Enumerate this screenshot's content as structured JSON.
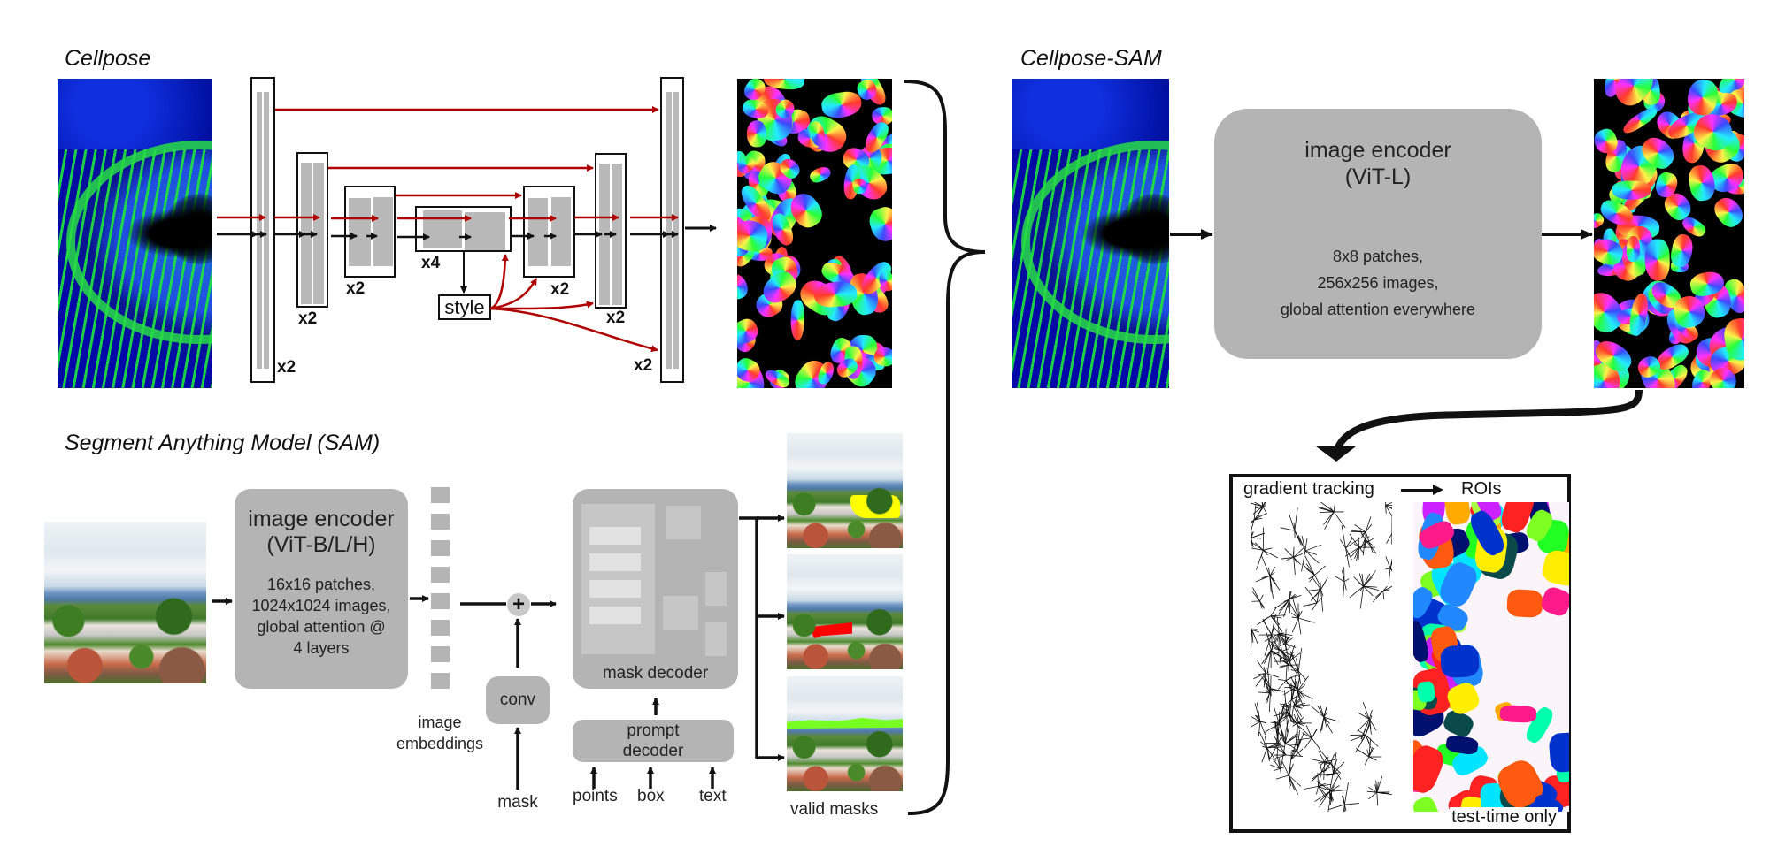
{
  "cellpose": {
    "title": "Cellpose",
    "repeat_labels": {
      "enc1": "x2",
      "enc2": "x2",
      "enc3": "x2",
      "bottleneck": "x4",
      "dec3": "x2",
      "dec2": "x2",
      "dec1": "x2"
    },
    "style_label": "style",
    "input_image": "fluorescence microscopy image (nuclei blue, membranes green)",
    "output_image": "flow field output (hue-coded gradients)"
  },
  "cellpose_sam": {
    "title": "Cellpose-SAM",
    "encoder": {
      "title_line1": "image encoder",
      "title_line2": "(ViT-L)",
      "detail_line1": "8x8 patches,",
      "detail_line2": "256x256 images,",
      "detail_line3": "global attention everywhere"
    },
    "postprocess": {
      "gradient_label": "gradient tracking",
      "roi_label": "ROIs",
      "footnote": "test-time only"
    }
  },
  "sam": {
    "title": "Segment Anything Model (SAM)",
    "encoder": {
      "title_line1": "image encoder",
      "title_line2": "(ViT-B/L/H)",
      "detail_line1": "16x16 patches,",
      "detail_line2": "1024x1024 images,",
      "detail_line3": "global attention @",
      "detail_line4": "4 layers"
    },
    "embeddings_label_line1": "image",
    "embeddings_label_line2": "embeddings",
    "plus_symbol": "+",
    "conv_label": "conv",
    "mask_input_label": "mask",
    "mask_decoder_label": "mask decoder",
    "prompt_decoder_line1": "prompt",
    "prompt_decoder_line2": "decoder",
    "prompt_inputs": [
      "points",
      "box",
      "text"
    ],
    "valid_masks_label": "valid masks",
    "mask_colors": [
      "#ffff00",
      "#ff0000",
      "#77ff22"
    ]
  },
  "colors": {
    "skip_arrow": "#b00000",
    "block_gray": "#b4b4b4",
    "inner_gray": "#c8c8c8",
    "light_gray": "#e4e4e4"
  }
}
